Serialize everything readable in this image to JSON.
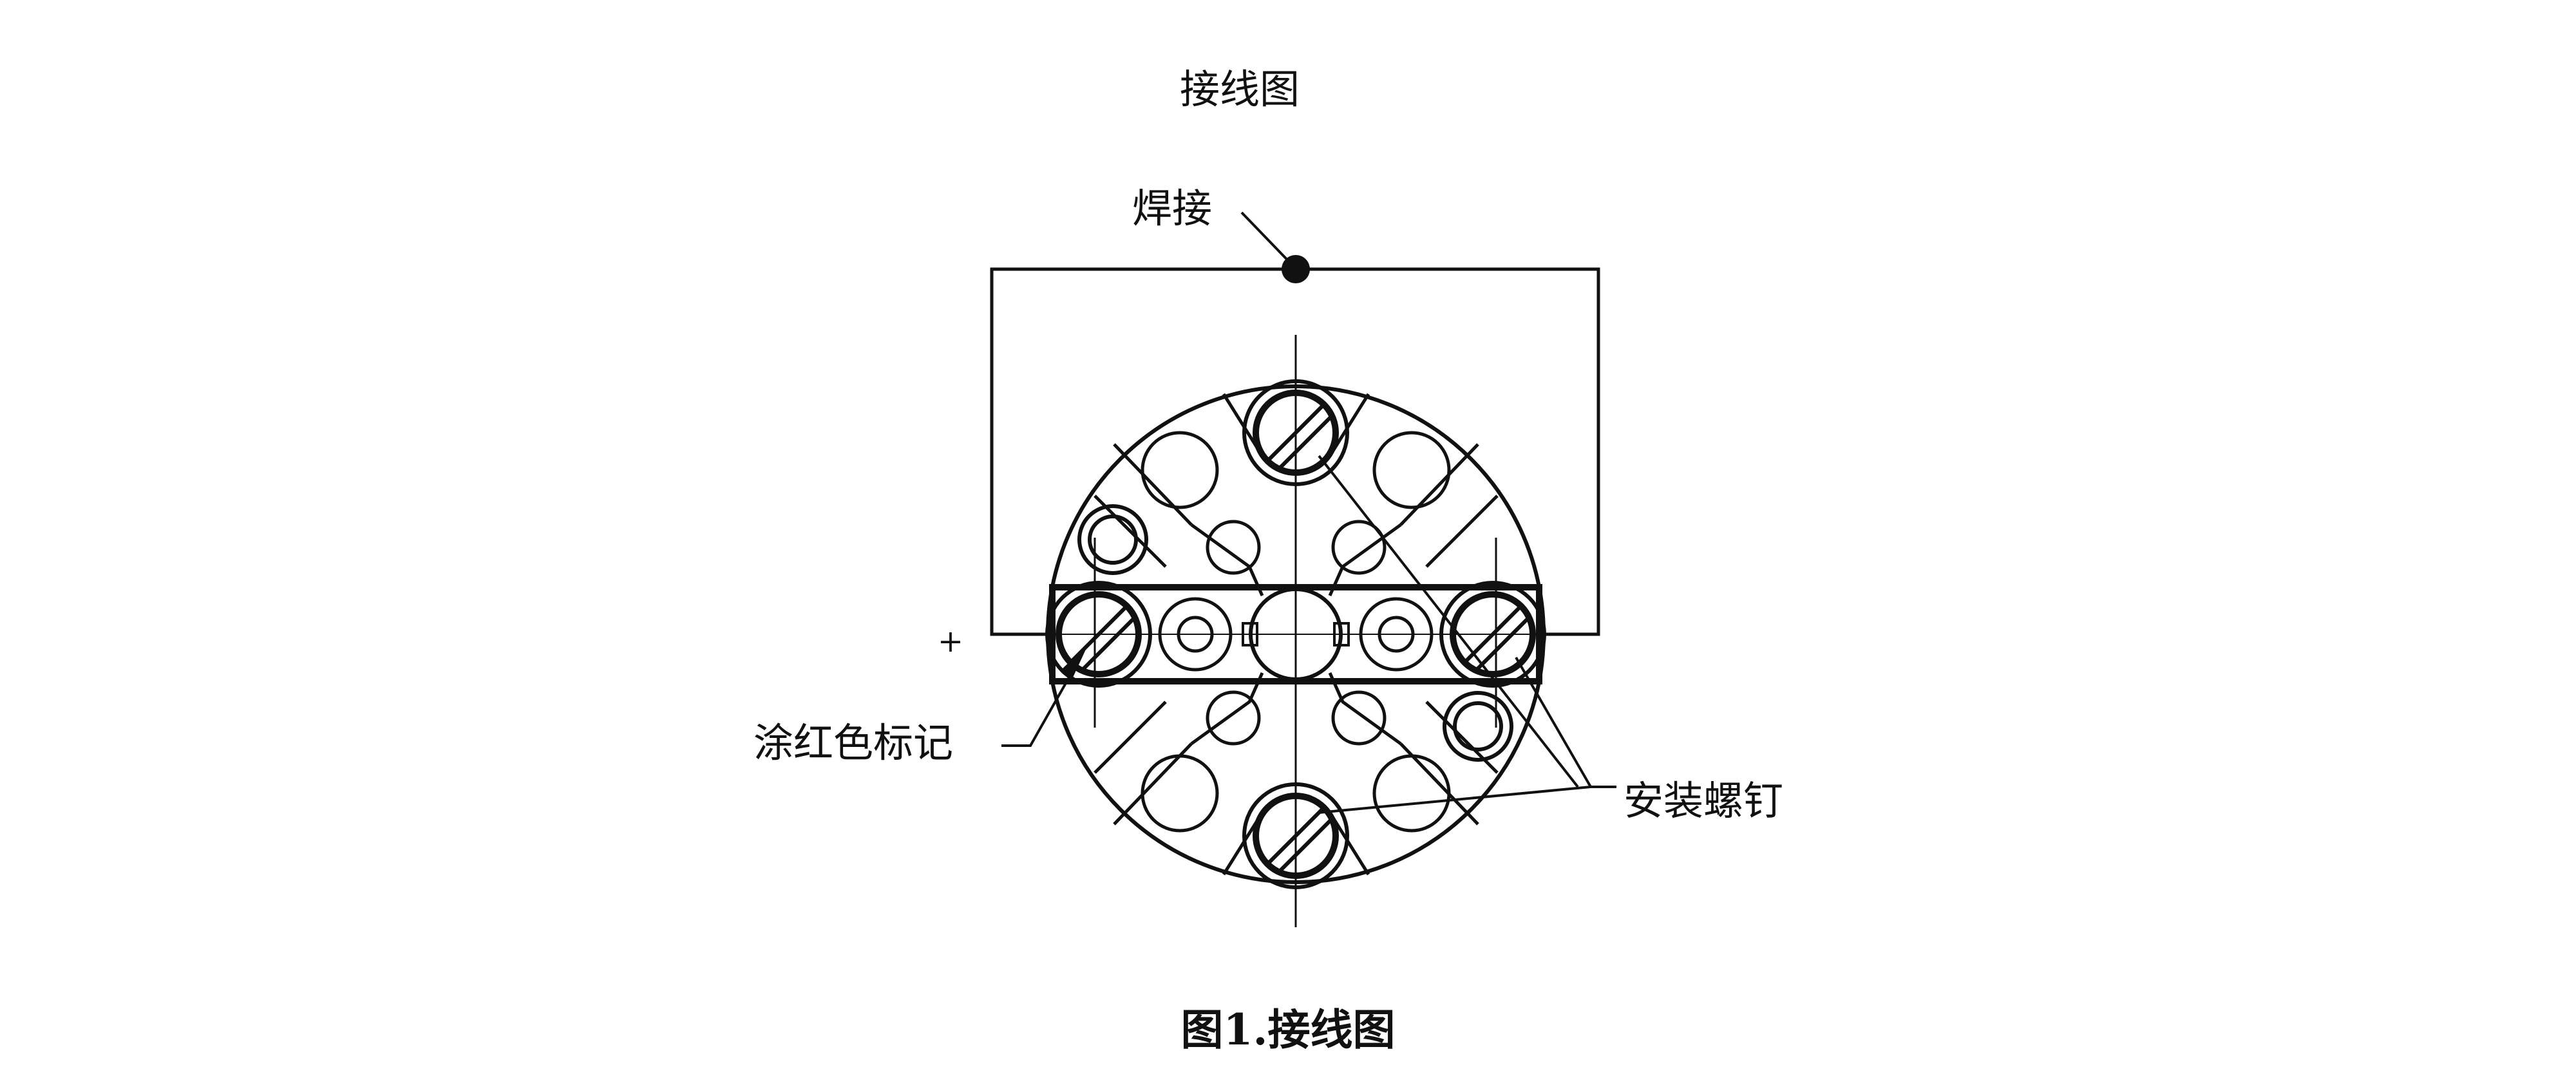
{
  "diagram": {
    "title": "接线图",
    "labels": {
      "weld": "焊接",
      "plus": "+",
      "red_mark": "涂红色标记",
      "mounting_screw": "安装螺钉"
    },
    "caption": "图1.接线图"
  },
  "colors": {
    "ink": "#111111",
    "background": "#ffffff"
  }
}
